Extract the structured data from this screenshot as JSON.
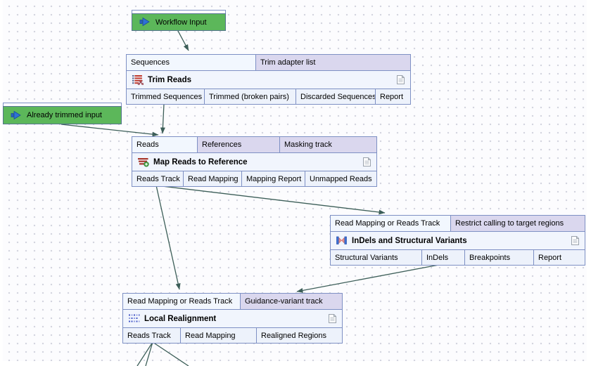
{
  "app": {
    "view": "workflow-editor-canvas"
  },
  "workflow_inputs": [
    {
      "label": "Workflow Input"
    },
    {
      "label": "Already trimmed input"
    }
  ],
  "nodes": {
    "trim_reads": {
      "title": "Trim Reads",
      "icon": "trim-reads-icon",
      "inputs": [
        "Sequences",
        "Trim adapter list"
      ],
      "outputs": [
        "Trimmed Sequences",
        "Trimmed (broken pairs)",
        "Discarded Sequences",
        "Report"
      ]
    },
    "map_reads": {
      "title": "Map Reads to Reference",
      "icon": "map-reads-icon",
      "inputs": [
        "Reads",
        "References",
        "Masking track"
      ],
      "outputs": [
        "Reads Track",
        "Read Mapping",
        "Mapping Report",
        "Unmapped Reads"
      ]
    },
    "indels": {
      "title": "InDels and Structural Variants",
      "icon": "indels-icon",
      "inputs": [
        "Read Mapping or Reads Track",
        "Restrict calling to target regions"
      ],
      "outputs": [
        "Structural Variants",
        "InDels",
        "Breakpoints",
        "Report"
      ]
    },
    "local_realignment": {
      "title": "Local Realignment",
      "icon": "local-realignment-icon",
      "inputs": [
        "Read Mapping or Reads Track",
        "Guidance-variant track"
      ],
      "outputs": [
        "Reads Track",
        "Read Mapping",
        "Realigned Regions"
      ]
    }
  },
  "edges": [
    {
      "from": "Workflow Input",
      "to": "Trim Reads / Sequences"
    },
    {
      "from": "Trim Reads / Trimmed Sequences",
      "to": "Map Reads to Reference / Reads"
    },
    {
      "from": "Already trimmed input",
      "to": "Map Reads to Reference / Reads"
    },
    {
      "from": "Map Reads to Reference / Reads Track",
      "to": "InDels and Structural Variants / Read Mapping or Reads Track"
    },
    {
      "from": "Map Reads to Reference / Reads Track",
      "to": "Local Realignment / Read Mapping or Reads Track"
    },
    {
      "from": "InDels and Structural Variants / InDels",
      "to": "Local Realignment / Guidance-variant track"
    },
    {
      "from": "Local Realignment / Reads Track",
      "to": "off-screen below"
    }
  ],
  "colors": {
    "node_border": "#7e90c4",
    "connected_input_bg": "#f2f7fe",
    "optional_input_bg": "#dad7ee",
    "output_bg": "#edf2fb",
    "workflow_input_green": "#5cb75a",
    "wire": "#3c5e58",
    "canvas_dot": "#d2d3de"
  }
}
